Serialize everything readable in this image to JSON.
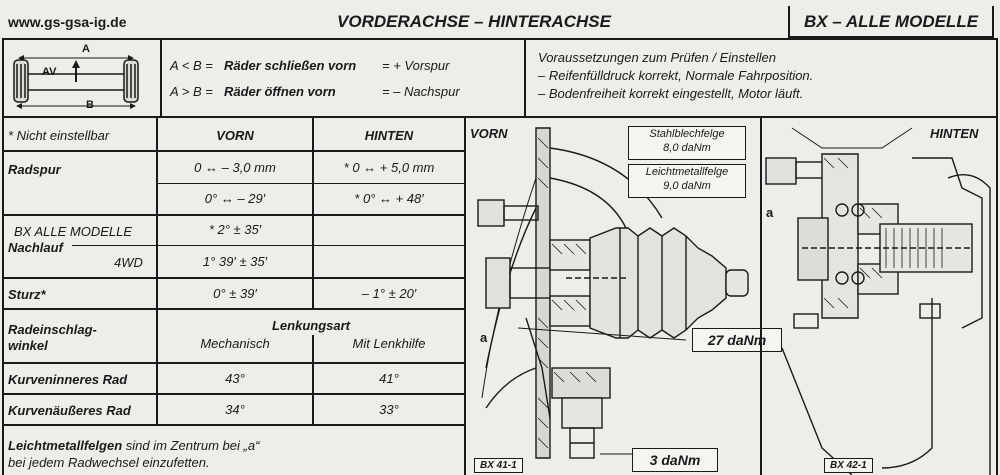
{
  "header": {
    "site": "www.gs-gsa-ig.de",
    "title": "VORDERACHSE – HINTERACHSE",
    "model": "BX – ALLE MODELLE"
  },
  "legend": {
    "label_a": "A",
    "label_av": "AV",
    "label_b": "B",
    "line1_cond": "A < B =",
    "line1_text": "Räder schließen vorn",
    "line1_result": "= + Vorspur",
    "line2_cond": "A > B =",
    "line2_text": "Räder öffnen vorn",
    "line2_result": "= – Nachspur"
  },
  "prereq": {
    "title": "Voraussetzungen zum Prüfen / Einstellen",
    "item1": "–  Reifenfülldruck korrekt, Normale Fahrposition.",
    "item2": "–  Bodenfreiheit korrekt eingestellt, Motor läuft."
  },
  "table": {
    "note": "* Nicht einstellbar",
    "col_front": "VORN",
    "col_rear": "HINTEN",
    "radspur_label": "Radspur",
    "radspur_front_mm": "0 ↔ – 3,0 mm",
    "radspur_rear_mm": "* 0 ↔ + 5,0 mm",
    "radspur_front_deg": "0° ↔ – 29′",
    "radspur_rear_deg": "* 0° ↔ + 48′",
    "nachlauf_models": "BX ALLE MODELLE",
    "nachlauf_label": "Nachlauf",
    "nachlauf_4wd": "4WD",
    "nachlauf_all_value": "* 2° ± 35′",
    "nachlauf_4wd_value": "1° 39′ ± 35′",
    "sturz_label": "Sturz*",
    "sturz_front": "0° ± 39′",
    "sturz_rear": "– 1° ± 20′",
    "einschlag_label1": "Radeinschlag-",
    "einschlag_label2": "winkel",
    "lenkungsart": "Lenkungsart",
    "mechanisch": "Mechanisch",
    "lenkhilfe": "Mit Lenkhilfe",
    "inner_label": "Kurveninneres Rad",
    "inner_mech": "43°",
    "inner_power": "41°",
    "outer_label": "Kurvenäußeres Rad",
    "outer_mech": "34°",
    "outer_power": "33°"
  },
  "footnote": {
    "bold": "Leichtmetallfelgen",
    "rest1": " sind im Zentrum bei „a“",
    "line2": "bei jedem Radwechsel einzufetten."
  },
  "diagram_front": {
    "title": "VORN",
    "steel_line1": "Stahlblechfelge",
    "steel_line2": "8,0 daNm",
    "alloy_line1": "Leichtmetallfelge",
    "alloy_line2": "9,0 daNm",
    "torque_hub": "27 daNm",
    "torque_joint": "3 daNm",
    "label_a": "a",
    "ref": "BX 41-1"
  },
  "diagram_rear": {
    "title": "HINTEN",
    "label_a": "a",
    "ref": "BX 42-1"
  }
}
